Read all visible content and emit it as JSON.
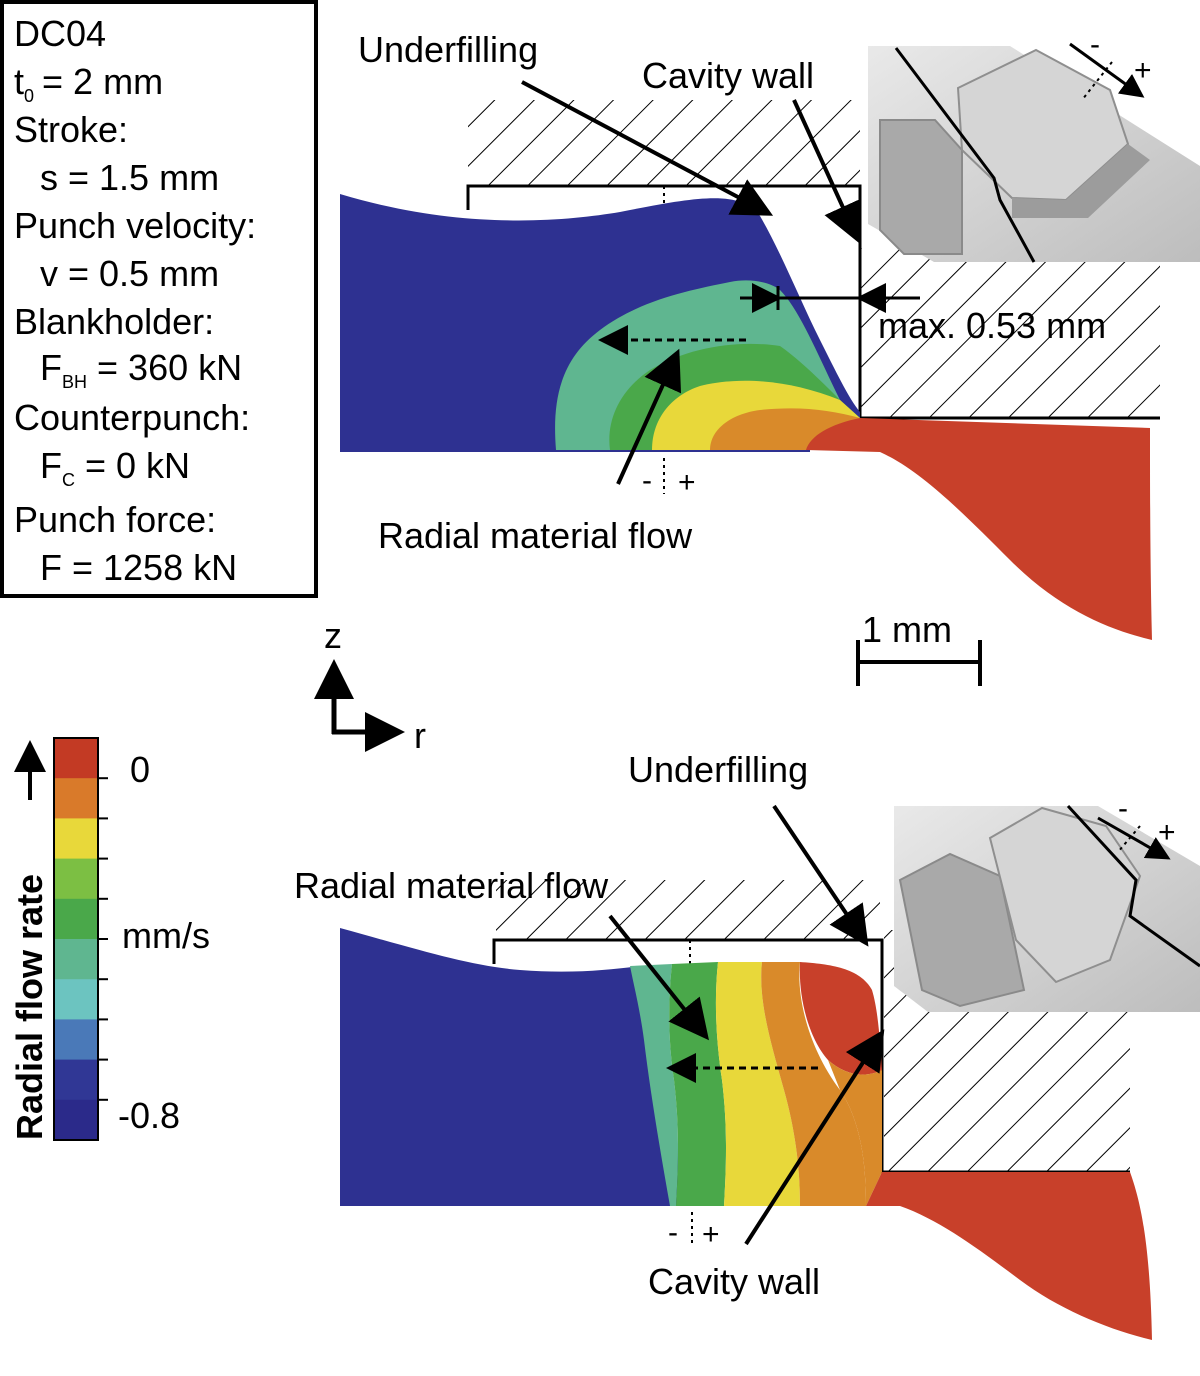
{
  "info_box": {
    "material": "DC04",
    "thickness": {
      "symbol": "t",
      "subscript": "0",
      "value": "= 2 mm"
    },
    "stroke_label": "Stroke:",
    "stroke_value": "s = 1.5 mm",
    "punch_velocity_label": "Punch velocity:",
    "punch_velocity_value": "v = 0.5 mm",
    "blankholder_label": "Blankholder:",
    "blankholder_value": {
      "symbol": "F",
      "subscript": "BH",
      "value": "= 360 kN"
    },
    "counterpunch_label": "Counterpunch:",
    "counterpunch_value": {
      "symbol": "F",
      "subscript": "C",
      "value": "= 0 kN"
    },
    "punch_force_label": "Punch force:",
    "punch_force_value": "F = 1258 kN"
  },
  "top_panel": {
    "underfilling": "Underfilling",
    "cavity_wall": "Cavity wall",
    "max_gap": "max. 0.53 mm",
    "radial_flow": "Radial material flow",
    "minus": "-",
    "plus": "+"
  },
  "bottom_panel": {
    "underfilling": "Underfilling",
    "cavity_wall": "Cavity wall",
    "radial_flow": "Radial material flow",
    "minus": "-",
    "plus": "+"
  },
  "axes": {
    "z": "z",
    "r": "r"
  },
  "scale_bar": "1 mm",
  "legend": {
    "title": "Radial flow rate",
    "max": "0",
    "unit": "mm/s",
    "min": "-0.8",
    "colors": [
      "#c33a24",
      "#d97a2a",
      "#e8d83a",
      "#7cbf43",
      "#4aa84a",
      "#5fb690",
      "#6cc4c0",
      "#4a79b8",
      "#303795",
      "#2b2a8a"
    ]
  },
  "colors": {
    "blue": "#2e3191",
    "teal": "#5fb690",
    "green_light": "#6cbd4a",
    "green": "#4aa84a",
    "yellow": "#e8d83a",
    "orange": "#d98a2a",
    "red": "#c8402a"
  }
}
